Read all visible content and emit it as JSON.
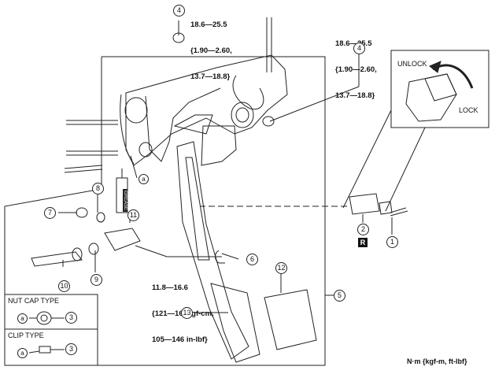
{
  "torques": {
    "top": [
      "18.6—25.5",
      "{1.90—2.60,",
      "13.7—18.8}"
    ],
    "right": [
      "18.6—25.5",
      "{1.90—2.60,",
      "13.7—18.8}"
    ],
    "lower": [
      "11.8—16.6",
      "{121—169kgf-cm,",
      "105—146 in-lbf}"
    ]
  },
  "lock_inset": {
    "unlock": "UNLOCK",
    "lock": "LOCK"
  },
  "callouts": {
    "c1": "1",
    "c2": "2",
    "c3a": "3",
    "c3b": "3",
    "c4a": "4",
    "c4b": "4",
    "c5": "5",
    "c6": "6",
    "c7": "7",
    "c8": "8",
    "c9": "9",
    "c10": "10",
    "c11": "11",
    "c12": "12",
    "c13": "13"
  },
  "markers": {
    "a_main": "a",
    "a_nut": "a",
    "a_clip": "a",
    "r": "R",
    "grease": "GREASE"
  },
  "legend": {
    "nut_cap": "NUT CAP TYPE",
    "clip": "CLIP TYPE"
  },
  "units": "N·m  {kgf-m, ft-lbf}"
}
